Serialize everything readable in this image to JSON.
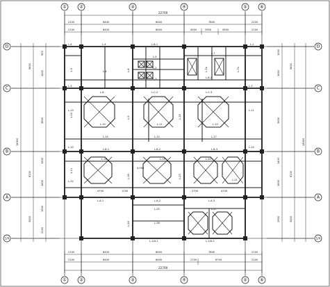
{
  "axes_top": [
    "①",
    "②",
    "③",
    "④",
    "⑤",
    "⑥"
  ],
  "axes_left": [
    "D",
    "C",
    "B",
    "A",
    "1/A"
  ],
  "dims": {
    "top_total": "22700",
    "bottom_total": "22700",
    "top_row1": [
      "2100",
      "6400",
      "6400",
      "7800",
      "2100"
    ],
    "top_row2": [
      "2100",
      "6400",
      "6400",
      "4000",
      "2900",
      "4900",
      "2100"
    ],
    "bottom_row1": [
      "2100",
      "6400",
      "6400",
      "7800",
      "2100"
    ],
    "bottom_row2": [
      "2100",
      "6400",
      "6400",
      "2700",
      "6700",
      "2100"
    ],
    "left_total": "14900",
    "right_total": "14900",
    "left_seg": [
      "5400",
      "6100",
      "3400"
    ],
    "left_sub": [
      "900",
      "1400",
      "3600",
      "1600",
      "1400",
      "1900",
      "2100"
    ],
    "right_seg": [
      "5400",
      "6100",
      "3400"
    ],
    "right_sub": [
      "1000",
      "1600",
      "3600",
      "1400",
      "1600",
      "2900"
    ]
  },
  "labels": {
    "row_d": [
      "L-4",
      "L-4",
      "L-8-1",
      "L-7",
      "L-1"
    ],
    "row_d_mid": [
      "L-4",
      "L-5",
      "L-2",
      "L-3",
      "L-8-2"
    ],
    "row_c": [
      "L-3",
      "L-8",
      "L-C-2",
      "L-C-3",
      "L-3"
    ],
    "bay_c": [
      "L-10",
      "L-11",
      "L-12",
      "L-13",
      "L-11"
    ],
    "row_b": [
      "L-10",
      "L-B-1",
      "L-B-2",
      "L-B-3",
      "L-14"
    ],
    "row_b_top": [
      "L-14",
      "L-14",
      "L-17"
    ],
    "bay_b": [
      "L-18",
      "L-19",
      "L-20",
      "L-21",
      "L-22"
    ],
    "row_a": [
      "L-A-1",
      "L-A-2",
      "L-A-3"
    ],
    "bay_a": [
      "L-25",
      "L-26",
      "L-27"
    ],
    "row_1a": [
      "L-1/A-1",
      "L-1/A-2"
    ],
    "vert": [
      "1-9",
      "1-10",
      "1-11",
      "L-7a",
      "L-7b",
      "L-8",
      "L-9",
      "L-15",
      "L-16",
      "L-23",
      "L-24"
    ],
    "dim_small": [
      "4700",
      "1700",
      "2700",
      "4700"
    ],
    "note": "4.000"
  }
}
